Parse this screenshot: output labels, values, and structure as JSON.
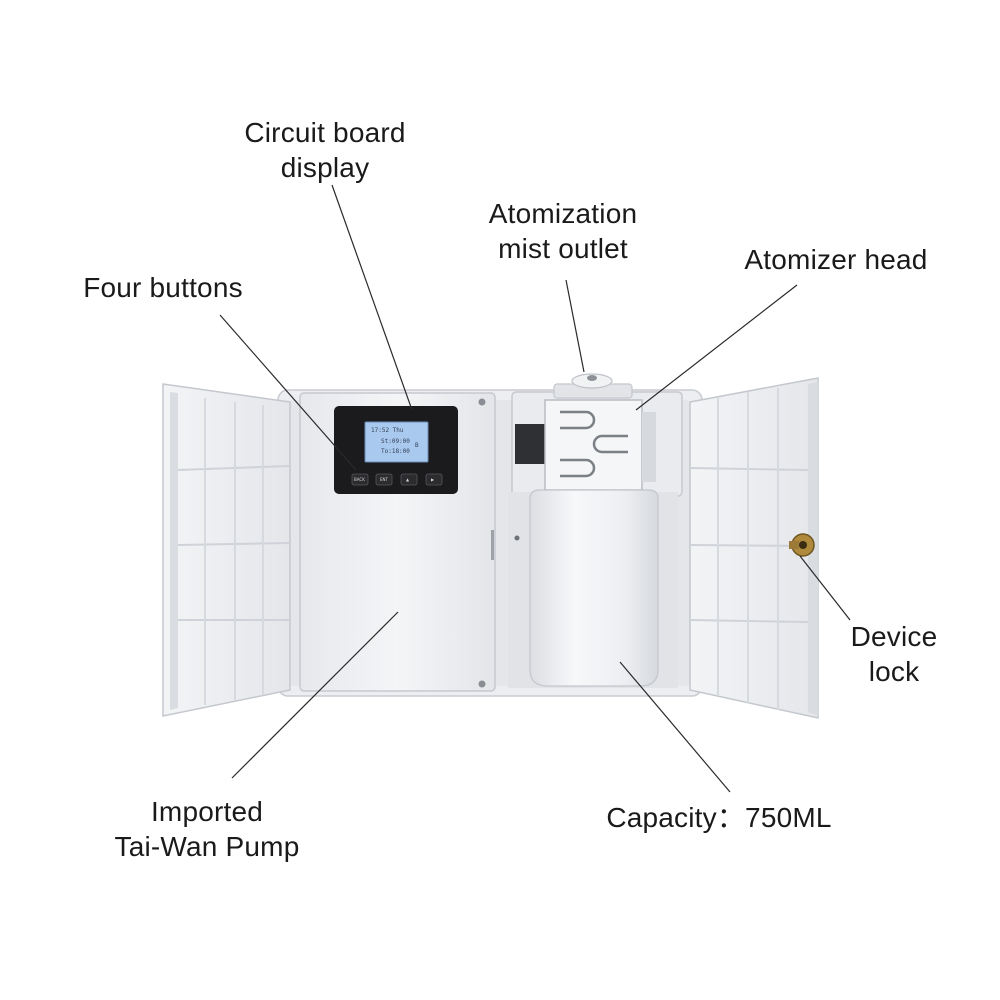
{
  "callouts": {
    "circuit_board": {
      "line1": "Circuit board",
      "line2": "display"
    },
    "mist_outlet": {
      "line1": "Atomization",
      "line2": "mist outlet"
    },
    "atomizer_head": {
      "line1": "Atomizer head"
    },
    "four_buttons": {
      "line1": "Four buttons"
    },
    "device_lock": {
      "line1": "Device",
      "line2": "lock"
    },
    "pump": {
      "line1": "Imported",
      "line2": "Tai-Wan Pump"
    },
    "capacity": {
      "line1": "Capacity：750ML"
    }
  },
  "lcd": {
    "line1": "17:52 Thu",
    "line2": "St:09:00",
    "line3": "To:18:00",
    "indicator": "B"
  },
  "buttons": [
    "BACK",
    "ENT",
    "▲",
    "▶"
  ],
  "colors": {
    "device_body": "#f1f2f4",
    "display_frame": "#1b1b1d",
    "lcd_screen": "#a9c9ee",
    "leader_line": "#2a2a2a",
    "label_text": "#1a1a1a"
  }
}
